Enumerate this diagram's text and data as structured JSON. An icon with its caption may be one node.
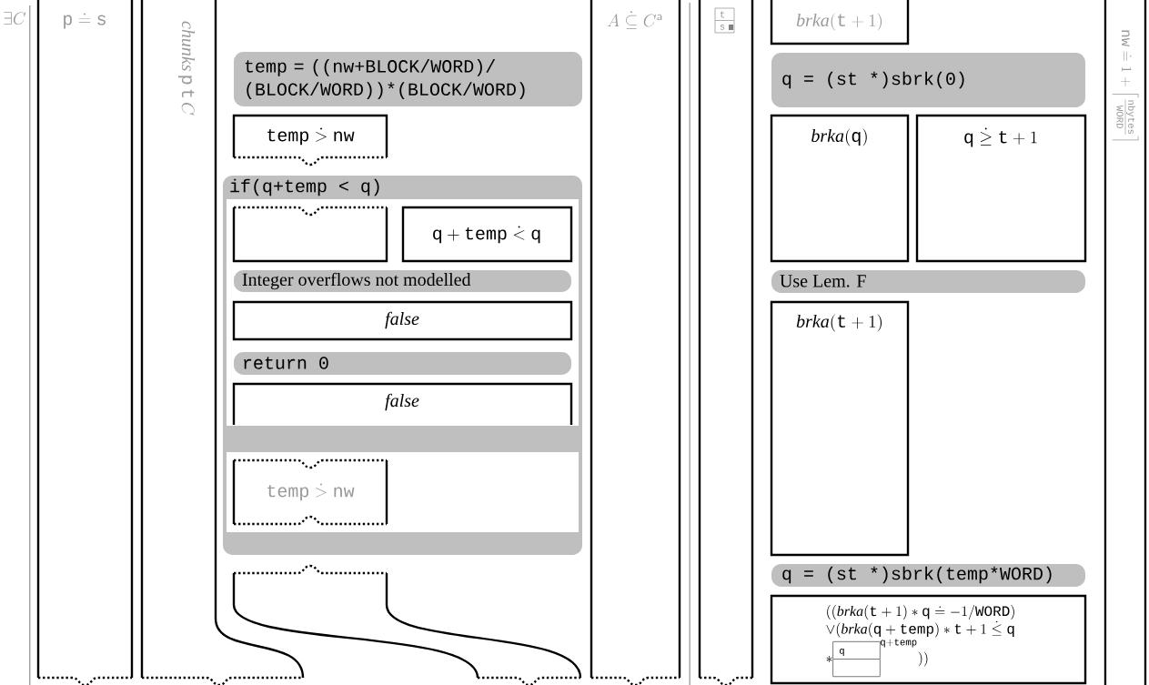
{
  "diagram": {
    "nodes": [
      {
        "text": [
          "\\exists C"
        ]
      },
      {
        "text": [
          "\\mathtt{p} \\doteq \\mathtt{s}"
        ],
        "in": 0
      },
      {
        "text": [
          "\\mathit{chunks}\\,\\mathtt{p}\\,\\mathtt{t}\\,C"
        ],
        "in": 0
      },
      {
        "text": [
          "temp = ((nw+BLOCK/WORD)/ (BLOCK/WORD))*(BLOCK/WORD)"
        ],
        "in": 0
      },
      {
        "text": [
          "\\mathtt{temp} \\mathrel{\\dot{>}} \\mathtt{nw}"
        ],
        "in": 0
      },
      {
        "text": [
          "if(q+temp < q)"
        ],
        "in": 0
      },
      {
        "text": [],
        "shape": "box",
        "in": 5
      },
      {
        "text": [
          "\\mathtt{q} + \\mathtt{temp} \\mathrel{\\dot{<}} \\mathtt{q}"
        ],
        "in": 5
      },
      {
        "text": [
          "Integer overflows not modelled"
        ],
        "in": 5
      },
      {
        "text": [
          "\\mathit{false}"
        ],
        "in": 5
      },
      {
        "text": [
          "return 0"
        ],
        "in": 5
      },
      {
        "text": [
          "\\mathit{false}"
        ],
        "in": 5
      },
      {
        "text": [
          "\\mathtt{temp} \\mathrel{\\dot{>}} \\mathtt{nw}"
        ],
        "in": 5
      },
      {
        "text": [],
        "shape": "box",
        "in": 0
      },
      {
        "text": [
          "A \\mathrel{\\dot{\\subseteq}} C^{\\mathsf{a}}"
        ],
        "in": 0
      },
      {
        "text": [
          "t",
          "s"
        ]
      },
      {
        "text": [
          "\\mathit{brka}(\\mathtt{t}+1)"
        ]
      },
      {
        "text": [
          "q = (st *)sbrk(0)"
        ]
      },
      {
        "text": [
          "\\mathit{brka}(\\mathtt{q})"
        ]
      },
      {
        "text": [
          "\\mathtt{q} \\mathrel{\\dot{\\geq}} \\mathtt{t}+1"
        ]
      },
      {
        "text": [
          "Use Lem. F"
        ]
      },
      {
        "text": [
          "\\mathit{brka}(\\mathtt{t}+1)"
        ]
      },
      {
        "text": [
          "q = (st *)sbrk(temp*WORD)"
        ]
      },
      {
        "text": [
          "\\begin{array}{l}((\\mathit{brka}(\\mathtt{t}+1)\\ast\\mathtt{q}\\doteq -1/\\mathtt{WORD})\\\\ \\lor(\\mathit{brka}(\\mathtt{q}+\\mathtt{temp})\\ast\\mathtt{t}+1\\mathrel{\\dot{\\leq}}\\mathtt{q}\\\\ \\ast\\begin{array}{|l|}\\hline\\scriptstyle\\mathtt{q}\\qquad\\\\\\hline\\\\\\hline\\end{array}^{\\mathtt{q}+\\mathtt{temp}}))\\end{array}"
        ]
      },
      {
        "text": [
          "\\mathtt{nw} \\doteq 1 + \\left\\lceil\\frac{\\mathtt{nbytes}}{\\mathtt{WORD}}\\right\\rceil"
        ]
      }
    ]
  }
}
